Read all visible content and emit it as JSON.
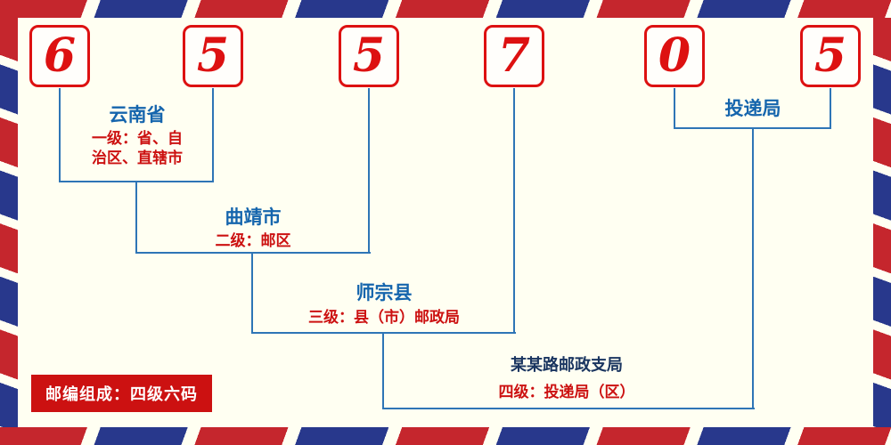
{
  "postal_code": "655705",
  "digits": [
    "6",
    "5",
    "5",
    "7",
    "0",
    "5"
  ],
  "levels": {
    "province": {
      "name": "云南省",
      "desc_line1": "一级：省、自",
      "desc_line2": "治区、直辖市"
    },
    "city": {
      "name": "曲靖市",
      "desc": "二级：邮区"
    },
    "county": {
      "name": "师宗县",
      "desc": "三级：县（市）邮政局"
    },
    "branch": {
      "name": "某某路邮政支局",
      "desc": "四级：投递局（区）"
    },
    "delivery": {
      "name": "投递局"
    }
  },
  "badge": {
    "text": "邮编组成：四级六码"
  },
  "colors": {
    "background": "#fffff2",
    "digit_red": "#dd1111",
    "connector_blue": "#2e75b6",
    "label_blue": "#1565ad",
    "label_navy": "#1a3560",
    "label_red": "#cc1111",
    "badge_bg": "#cc1111",
    "badge_text": "#ffffff",
    "airmail_red": "#c5262d",
    "airmail_blue": "#28388c"
  }
}
